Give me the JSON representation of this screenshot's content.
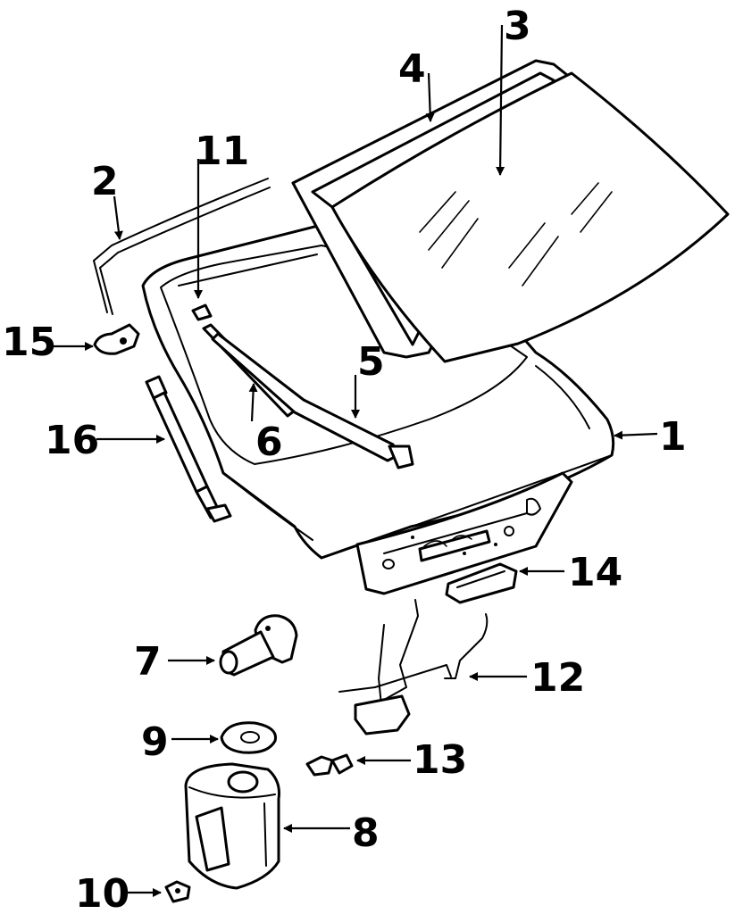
{
  "callouts": [
    {
      "id": "c1",
      "label": "1"
    },
    {
      "id": "c2",
      "label": "2"
    },
    {
      "id": "c3",
      "label": "3"
    },
    {
      "id": "c4",
      "label": "4"
    },
    {
      "id": "c5",
      "label": "5"
    },
    {
      "id": "c6",
      "label": "6"
    },
    {
      "id": "c7",
      "label": "7"
    },
    {
      "id": "c8",
      "label": "8"
    },
    {
      "id": "c9",
      "label": "9"
    },
    {
      "id": "c10",
      "label": "10"
    },
    {
      "id": "c11",
      "label": "11"
    },
    {
      "id": "c12",
      "label": "12"
    },
    {
      "id": "c13",
      "label": "13"
    },
    {
      "id": "c14",
      "label": "14"
    },
    {
      "id": "c15",
      "label": "15"
    },
    {
      "id": "c16",
      "label": "16"
    }
  ],
  "colors": {
    "ink": "#000000",
    "paper": "#ffffff"
  }
}
